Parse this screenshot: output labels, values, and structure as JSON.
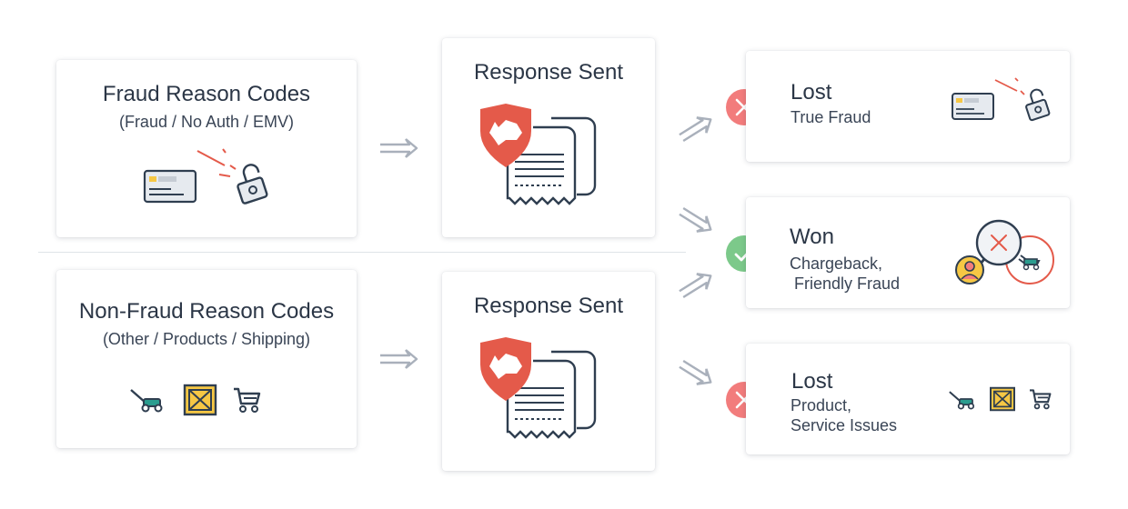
{
  "fraud_card": {
    "title": "Fraud Reason Codes",
    "subtitle": "(Fraud / No Auth / EMV)"
  },
  "nonfraud_card": {
    "title": "Non-Fraud Reason Codes",
    "subtitle": "(Other / Products / Shipping)"
  },
  "response_top": {
    "title": "Response Sent"
  },
  "response_bottom": {
    "title": "Response Sent"
  },
  "outcome_lost_fraud": {
    "title": "Lost",
    "line1": "True Fraud",
    "status": "lost"
  },
  "outcome_won": {
    "title": "Won",
    "line1": "Chargeback,",
    "line2": "Friendly Fraud",
    "status": "won"
  },
  "outcome_lost_product": {
    "title": "Lost",
    "line1": "Product,",
    "line2": "Service Issues",
    "status": "lost"
  },
  "colors": {
    "lost": "#f27c7c",
    "won": "#7cc98a",
    "accent": "#e45a4a",
    "navy": "#2f3e50",
    "arrow": "#a9b0bb"
  }
}
